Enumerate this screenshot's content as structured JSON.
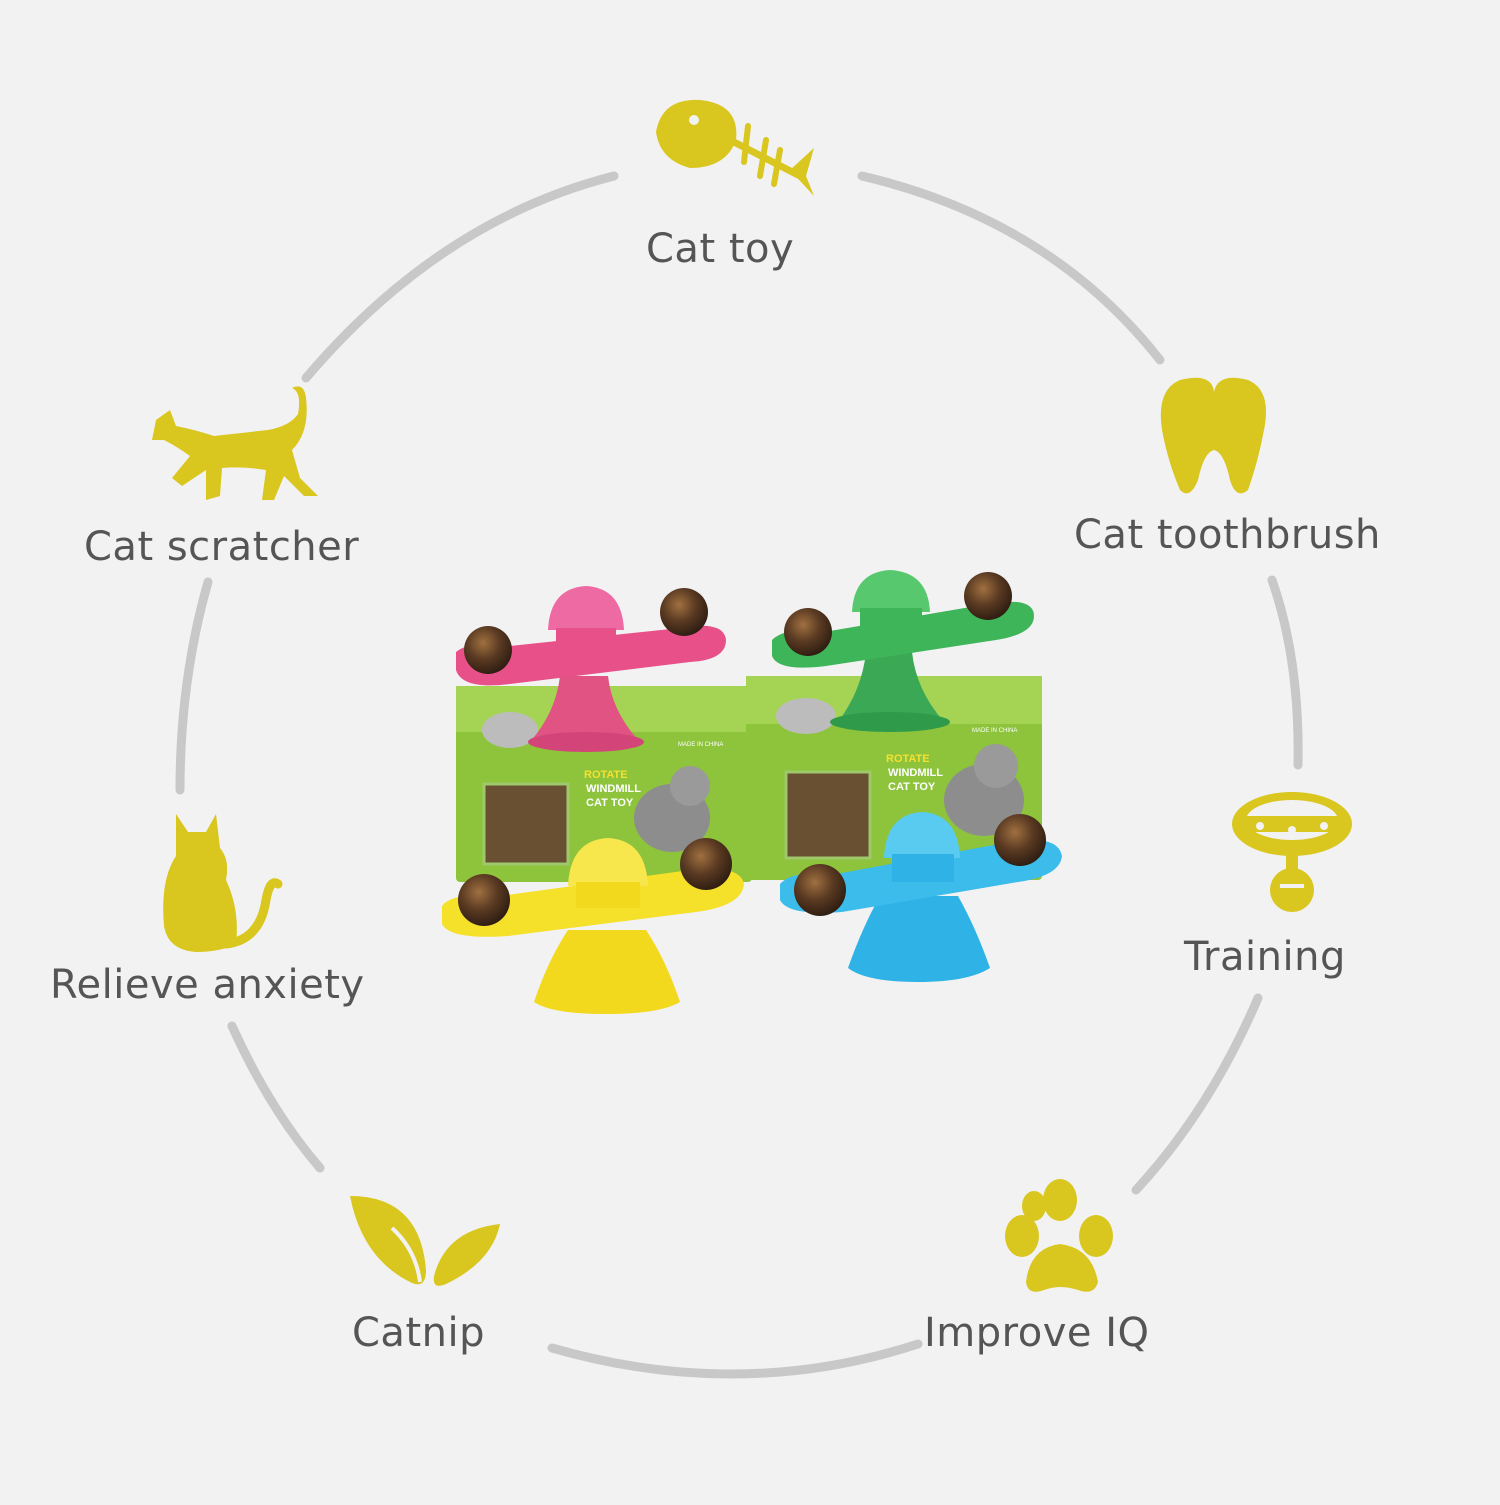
{
  "accent_color": "#d9c61f",
  "ring_color": "#c8c8c8",
  "features": [
    {
      "label": "Cat toy",
      "icon": "fishbone-icon"
    },
    {
      "label": "Cat toothbrush",
      "icon": "tooth-icon"
    },
    {
      "label": "Training",
      "icon": "collar-bell-icon"
    },
    {
      "label": "Improve IQ",
      "icon": "paw-icon"
    },
    {
      "label": "Catnip",
      "icon": "leaf-icon"
    },
    {
      "label": "Relieve anxiety",
      "icon": "sitting-cat-icon"
    },
    {
      "label": "Cat scratcher",
      "icon": "walking-cat-icon"
    }
  ],
  "product": {
    "box_text": [
      "ROTATE",
      "WINDMILL",
      "CAT TOY"
    ],
    "box_origin": "MADE IN CHINA",
    "toy_colors": [
      "#e8508a",
      "#3fb55a",
      "#f2d91e",
      "#2fb3e6"
    ]
  }
}
